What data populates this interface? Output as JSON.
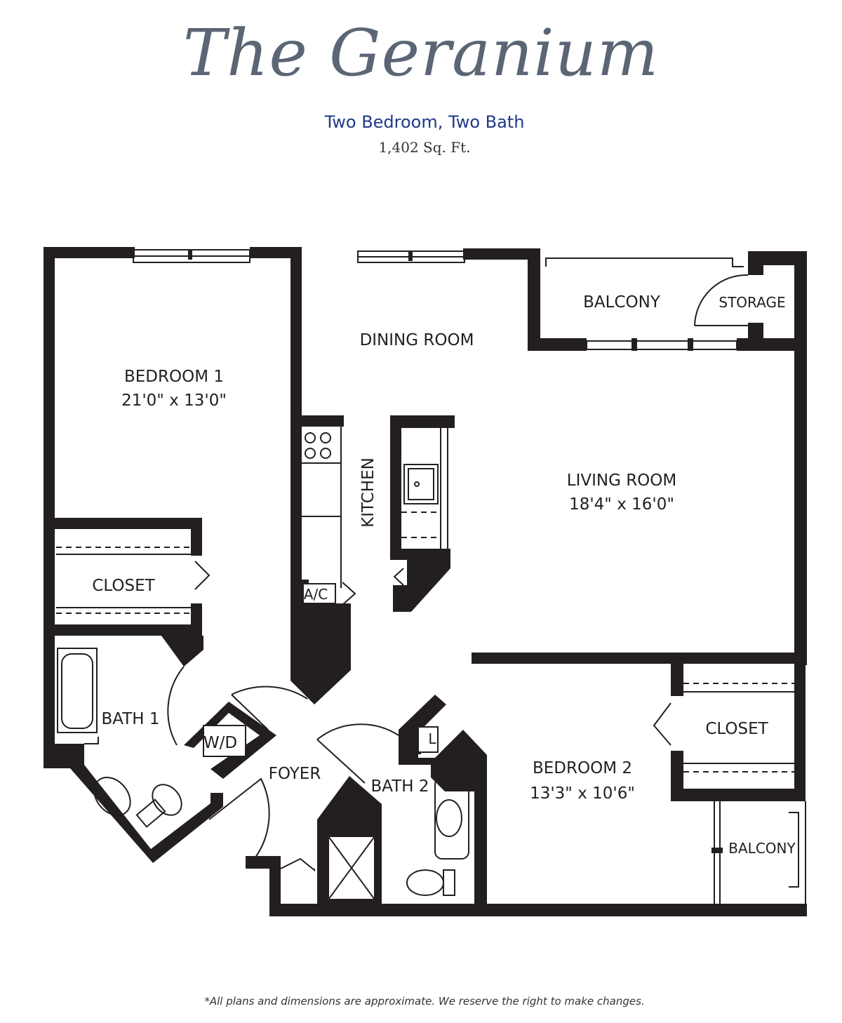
{
  "header": {
    "title": "The Geranium",
    "subtitle": "Two Bedroom, Two Bath",
    "area": "1,402 Sq. Ft."
  },
  "rooms": {
    "bedroom1": {
      "name": "BEDROOM 1",
      "dims": "21'0\" x 13'0\""
    },
    "closet1": "CLOSET",
    "bath1": "BATH 1",
    "wd": "W/D",
    "dining": "DINING ROOM",
    "kitchen": "KITCHEN",
    "ac": "A/C",
    "balcony_top": "BALCONY",
    "storage": "STORAGE",
    "living": {
      "name": "LIVING ROOM",
      "dims": "18'4\" x 16'0\""
    },
    "foyer": "FOYER",
    "bath2": "BATH 2",
    "linen": "L",
    "closet2": "CLOSET",
    "bedroom2": {
      "name": "BEDROOM 2",
      "dims": "13'3\" x 10'6\""
    },
    "balcony_right": "BALCONY"
  },
  "footer": "*All plans and dimensions are approximate. We reserve the right to make changes."
}
